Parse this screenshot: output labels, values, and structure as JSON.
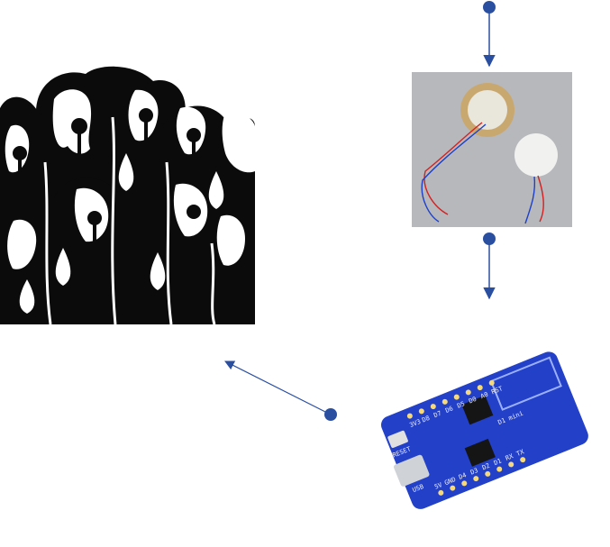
{
  "colors": {
    "connector": "#2b4fa0",
    "board": "#2340c8",
    "artwork_ink": "#0b0b0b"
  },
  "board": {
    "pin_labels_top": [
      "3V3",
      "D8",
      "D7",
      "D6",
      "D5",
      "D0",
      "A0",
      "RST"
    ],
    "pin_labels_bottom": [
      "5V",
      "GND",
      "D4",
      "D3",
      "D2",
      "D1",
      "RX",
      "TX"
    ],
    "usb_label": "USB",
    "reset_label": "RESET",
    "module_label": "D1 mini"
  },
  "icons": {
    "arrow": "arrowhead",
    "dot": "connector-dot"
  }
}
